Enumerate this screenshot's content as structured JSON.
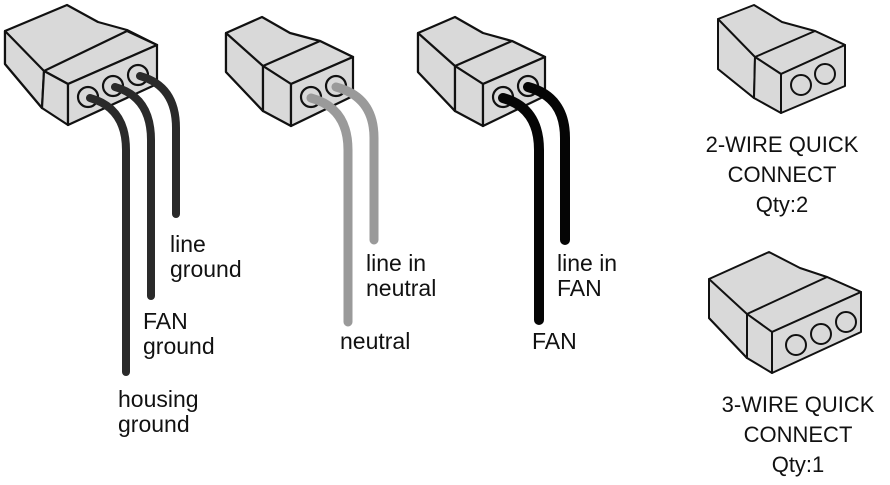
{
  "diagram": {
    "colors": {
      "connector_fill": "#d9d9d9",
      "outline": "#111111",
      "wire_dark": "#2a2a2a",
      "wire_gray": "#9a9a9a",
      "wire_black": "#050505"
    },
    "connectors": [
      {
        "name": "ground-connector",
        "ports": 3,
        "wire_color": "wire_dark",
        "wires": [
          {
            "label_line1": "housing",
            "label_line2": "ground"
          },
          {
            "label_line1": "FAN",
            "label_line2": "ground"
          },
          {
            "label_line1": "line",
            "label_line2": "ground"
          }
        ]
      },
      {
        "name": "neutral-connector",
        "ports": 2,
        "wire_color": "wire_gray",
        "wires": [
          {
            "label_line1": "neutral"
          },
          {
            "label_line1": "line in",
            "label_line2": "neutral"
          }
        ]
      },
      {
        "name": "fan-connector",
        "ports": 2,
        "wire_color": "wire_black",
        "wires": [
          {
            "label_line1": "FAN"
          },
          {
            "label_line1": "line in",
            "label_line2": "FAN"
          }
        ]
      }
    ],
    "parts": [
      {
        "title_line1": "2-WIRE QUICK",
        "title_line2": "CONNECT",
        "qty": "Qty:2",
        "ports": 2
      },
      {
        "title_line1": "3-WIRE QUICK",
        "title_line2": "CONNECT",
        "qty": "Qty:1",
        "ports": 3
      }
    ]
  }
}
